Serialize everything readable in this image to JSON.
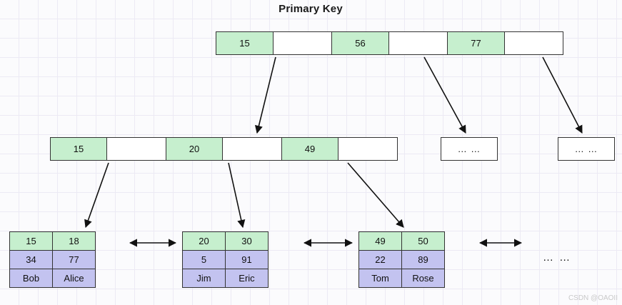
{
  "title": "Primary Key",
  "watermark": "CSDN @OAOII",
  "diagram": {
    "type": "b-plus-tree",
    "root": {
      "name": "root-node",
      "cells": [
        {
          "text": "15",
          "fill": "green"
        },
        {
          "text": "",
          "fill": "white"
        },
        {
          "text": "56",
          "fill": "green"
        },
        {
          "text": "",
          "fill": "white"
        },
        {
          "text": "77",
          "fill": "green"
        },
        {
          "text": "",
          "fill": "white"
        }
      ]
    },
    "internal": [
      {
        "name": "internal-left",
        "cells": [
          {
            "text": "15",
            "fill": "green"
          },
          {
            "text": "",
            "fill": "white"
          },
          {
            "text": "20",
            "fill": "green"
          },
          {
            "text": "",
            "fill": "white"
          },
          {
            "text": "49",
            "fill": "green"
          },
          {
            "text": "",
            "fill": "white"
          }
        ]
      },
      {
        "name": "internal-mid",
        "cells": [
          {
            "text": "… …",
            "fill": "white"
          }
        ]
      },
      {
        "name": "internal-right",
        "cells": [
          {
            "text": "… …",
            "fill": "white"
          }
        ]
      }
    ],
    "leaves": [
      {
        "name": "leaf-1",
        "rows": [
          {
            "fill": "green",
            "cells": [
              "15",
              "18"
            ]
          },
          {
            "fill": "blue",
            "cells": [
              "34",
              "77"
            ]
          },
          {
            "fill": "blue",
            "cells": [
              "Bob",
              "Alice"
            ]
          }
        ]
      },
      {
        "name": "leaf-2",
        "rows": [
          {
            "fill": "green",
            "cells": [
              "20",
              "30"
            ]
          },
          {
            "fill": "blue",
            "cells": [
              "5",
              "91"
            ]
          },
          {
            "fill": "blue",
            "cells": [
              "Jim",
              "Eric"
            ]
          }
        ]
      },
      {
        "name": "leaf-3",
        "rows": [
          {
            "fill": "green",
            "cells": [
              "49",
              "50"
            ]
          },
          {
            "fill": "blue",
            "cells": [
              "22",
              "89"
            ]
          },
          {
            "fill": "blue",
            "cells": [
              "Tom",
              "Rose"
            ]
          }
        ]
      }
    ],
    "leaf_tail": "… …",
    "colors": {
      "key_fill": "#c6efce",
      "value_fill": "#c3c3f0",
      "empty_fill": "#ffffff",
      "border": "#333333",
      "grid": "#eceaf4",
      "background": "#fbfbfd"
    }
  }
}
